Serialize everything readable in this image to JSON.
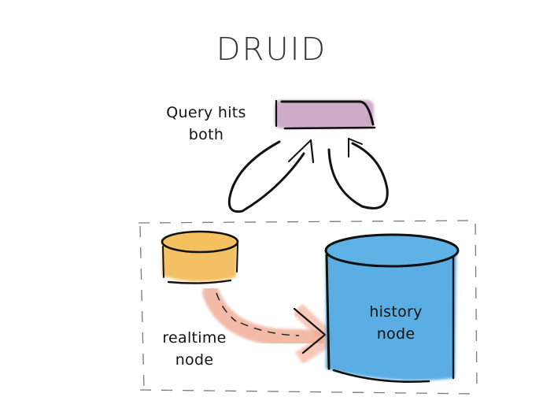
{
  "title": "DRUID",
  "labels": {
    "query": "Query hits both",
    "realtime": "realtime node",
    "history": "history node"
  },
  "colors": {
    "broker_fill": "#c9a2c4",
    "realtime_fill": "#f3b64a",
    "history_fill": "#4aa6e0",
    "arrow_fill": "#f0a48c",
    "stroke": "#111111",
    "dashed_border": "#777777"
  }
}
